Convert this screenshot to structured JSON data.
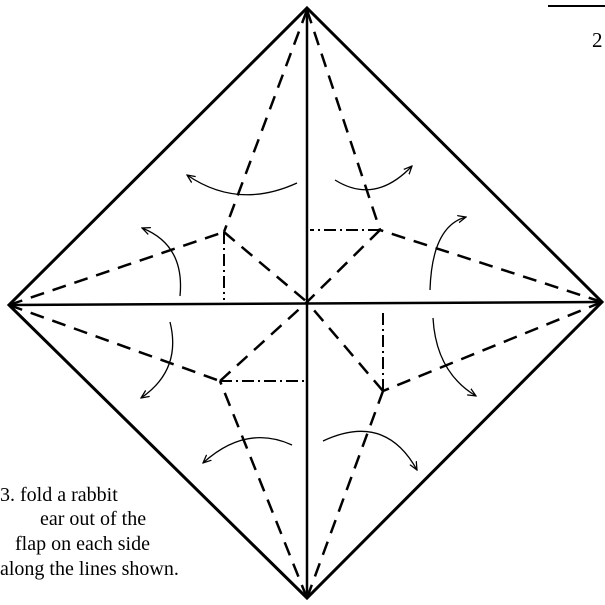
{
  "step_number": "2",
  "caption_lines": [
    "3.  fold a rabbit",
    "ear out of the",
    "flap on each side",
    "along the lines shown."
  ],
  "colors": {
    "line": "#000000",
    "background": "#ffffff"
  }
}
